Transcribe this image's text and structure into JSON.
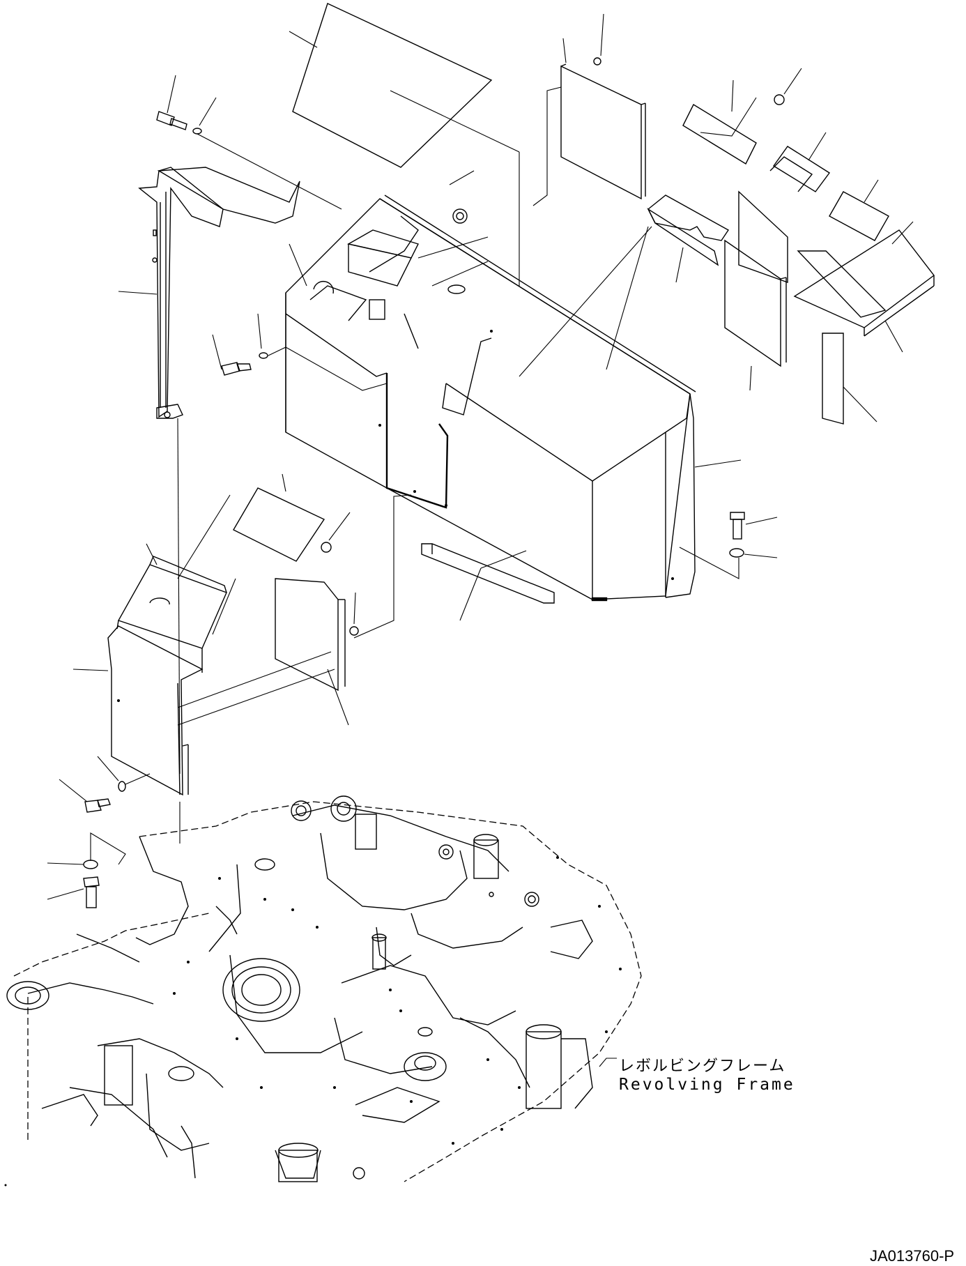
{
  "labels": {
    "frame_jp": "レボルビングフレーム",
    "frame_en": "Revolving Frame",
    "drawing_id": "JA013760-P"
  },
  "colors": {
    "line": "#000000",
    "background": "#ffffff"
  }
}
